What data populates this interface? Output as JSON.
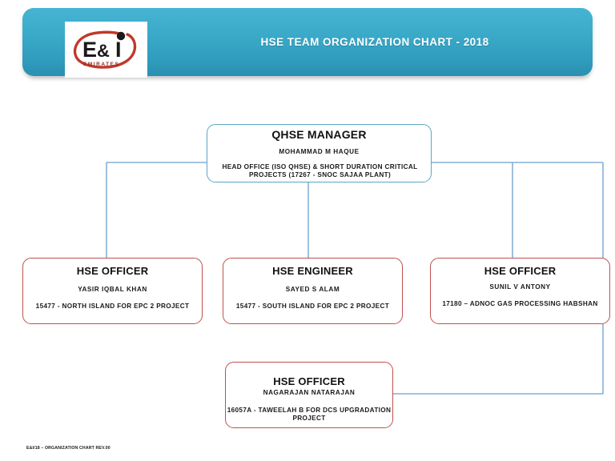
{
  "header": {
    "title": "HSE TEAM ORGANIZATION CHART - 2018",
    "logo": {
      "name": "ei-emirates-logo",
      "main_text": "E & I",
      "letter_e": "E",
      "ampersand": "&",
      "letter_i": "I",
      "sub_text": "E M I R A T E S"
    },
    "colors": {
      "banner_top": "#46b4d2",
      "banner_bottom": "#2b8fb0",
      "title_text": "#ffffff",
      "logo_swoosh": "#c0392b",
      "logo_letters": "#1a1a1a"
    }
  },
  "chart_data": {
    "type": "org-chart",
    "root": {
      "id": "qhse-manager",
      "title": "QHSE MANAGER",
      "person": "MOHAMMAD M HAQUE",
      "detail": "HEAD OFFICE (ISO QHSE) & SHORT DURATION CRITICAL PROJECTS (17267 - SNOC SAJAA PLANT)",
      "border_color": "#5ba7c6"
    },
    "children": [
      {
        "id": "hse-officer-north-island",
        "title": "HSE OFFICER",
        "person": "YASIR IQBAL KHAN",
        "detail": "15477 - NORTH ISLAND FOR EPC 2 PROJECT",
        "border_color": "#c0504d"
      },
      {
        "id": "hse-engineer-south-island",
        "title": "HSE ENGINEER",
        "person": "SAYED S  ALAM",
        "detail": "15477 - SOUTH ISLAND FOR EPC 2 PROJECT",
        "border_color": "#c0504d"
      },
      {
        "id": "hse-officer-habshan",
        "title": "HSE OFFICER",
        "person": "SUNIL V ANTONY",
        "detail": "17180 – ADNOC GAS PROCESSING HABSHAN",
        "border_color": "#c0504d"
      },
      {
        "id": "hse-officer-taweelah",
        "title": "HSE OFFICER",
        "person": "NAGARAJAN NATARAJAN",
        "detail": "16057A - TAWEELAH B FOR DCS UPGRADATION PROJECT",
        "border_color": "#c0504d"
      }
    ],
    "connector_color": "#6a9fd0",
    "legend": [],
    "annotations": []
  },
  "footer": {
    "note": "E&I/18 – ORGANIZATION CHART REV.00"
  }
}
